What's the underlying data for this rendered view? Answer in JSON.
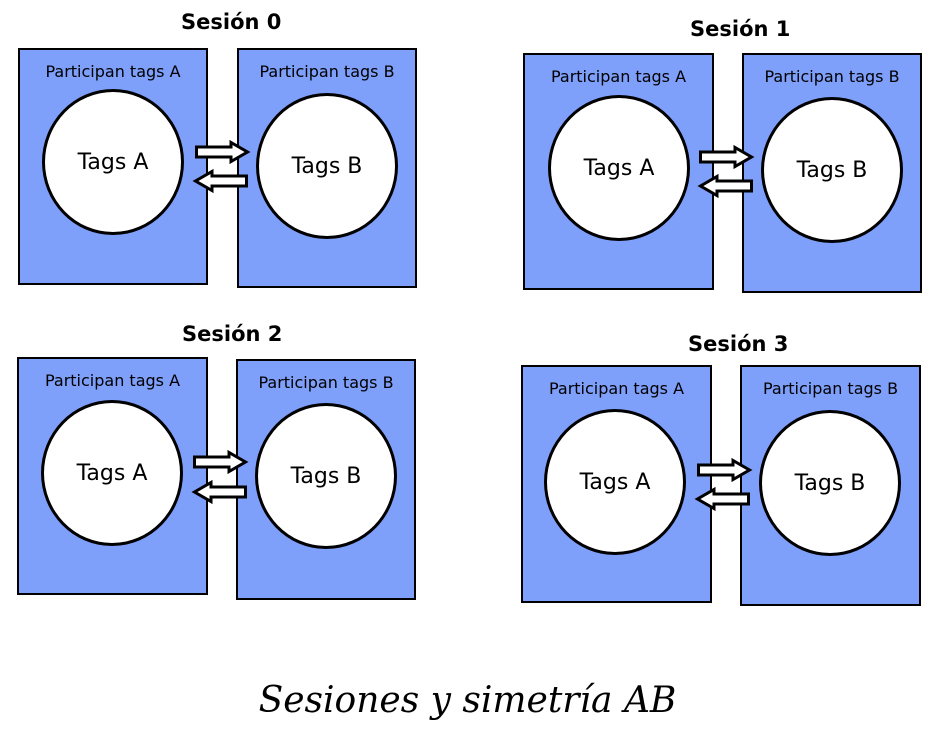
{
  "sessions": [
    {
      "title": "Sesión 0",
      "left_panel_label": "Participan tags A",
      "right_panel_label": "Participan tags B",
      "left_circle_label": "Tags A",
      "right_circle_label": "Tags B"
    },
    {
      "title": "Sesión 1",
      "left_panel_label": "Participan tags A",
      "right_panel_label": "Participan tags B",
      "left_circle_label": "Tags A",
      "right_circle_label": "Tags B"
    },
    {
      "title": "Sesión 2",
      "left_panel_label": "Participan tags A",
      "right_panel_label": "Participan tags B",
      "left_circle_label": "Tags A",
      "right_circle_label": "Tags B"
    },
    {
      "title": "Sesión 3",
      "left_panel_label": "Participan tags A",
      "right_panel_label": "Participan tags B",
      "left_circle_label": "Tags A",
      "right_circle_label": "Tags B"
    }
  ],
  "caption": "Sesiones y simetría AB",
  "colors": {
    "panel_fill": "#7e9ffa",
    "outline": "#000000",
    "circle_fill": "#ffffff"
  },
  "icons": [
    "arrow-right-icon",
    "arrow-left-icon"
  ]
}
